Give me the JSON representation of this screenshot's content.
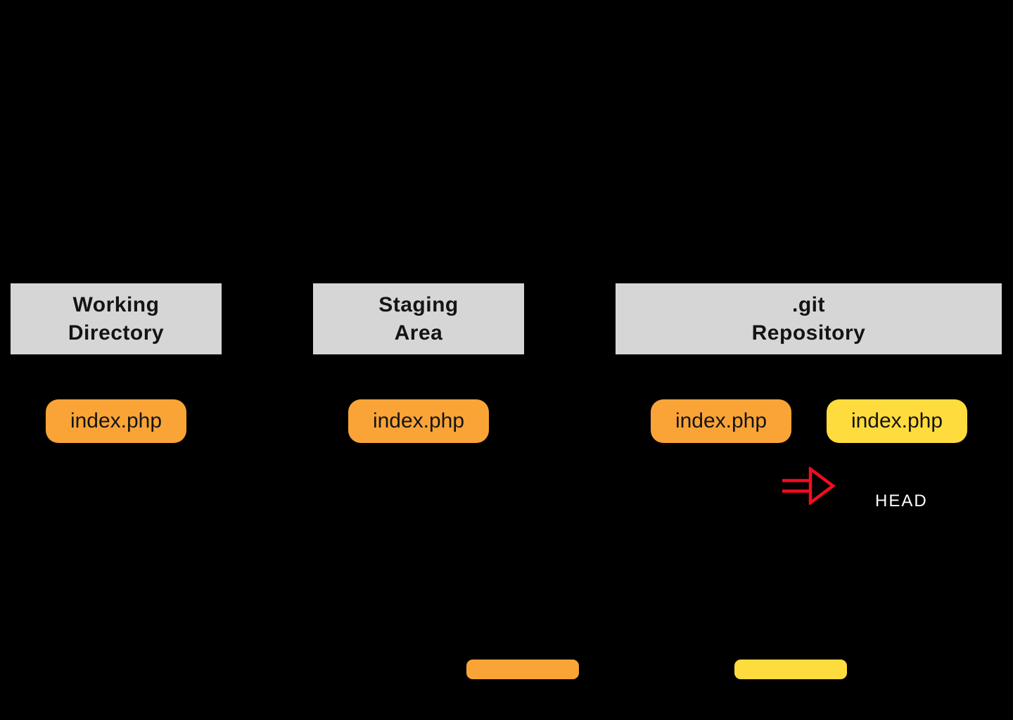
{
  "columns": [
    {
      "line1": "Working",
      "line2": "Directory",
      "files": [
        {
          "name": "index.php",
          "variant": "orange"
        }
      ]
    },
    {
      "line1": "Staging",
      "line2": "Area",
      "files": [
        {
          "name": "index.php",
          "variant": "orange"
        }
      ]
    },
    {
      "line1": ".git",
      "line2": "Repository",
      "files": [
        {
          "name": "index.php",
          "variant": "orange"
        },
        {
          "name": "index.php",
          "variant": "yellow"
        }
      ]
    }
  ],
  "head": {
    "label": "HEAD",
    "icon": "right-arrow-icon"
  },
  "legend": [
    {
      "variant": "orange"
    },
    {
      "variant": "yellow"
    }
  ],
  "colors": {
    "background": "#000000",
    "header_gray": "#d6d6d6",
    "file_orange": "#faa437",
    "file_yellow": "#ffdc3e",
    "arrow_red": "#f20d1e",
    "dark_text": "#141414",
    "head_text": "#ffffff"
  }
}
